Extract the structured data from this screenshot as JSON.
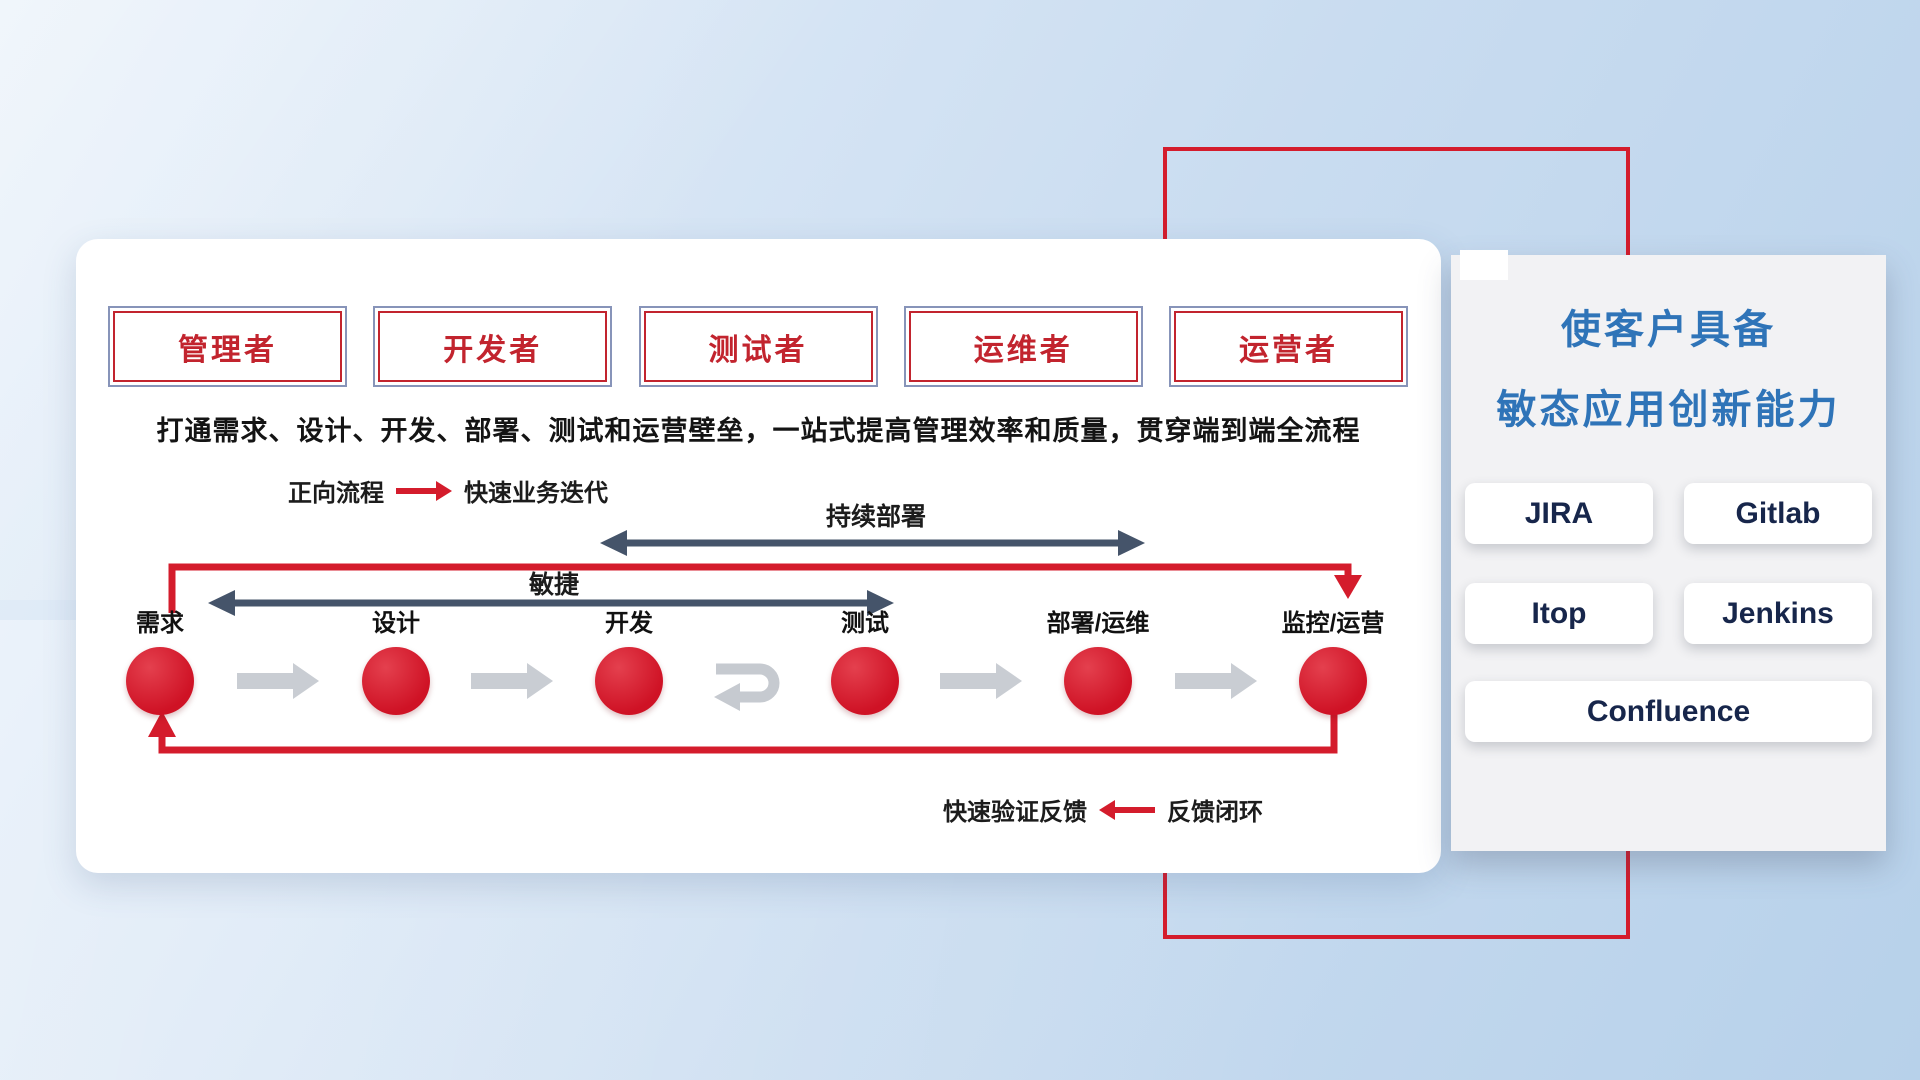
{
  "roles": [
    "管理者",
    "开发者",
    "测试者",
    "运维者",
    "运营者"
  ],
  "statement": "打通需求、设计、开发、部署、测试和运营壁垒，一站式提高管理效率和质量，贯穿端到端全流程",
  "legends": {
    "forward_label": "正向流程",
    "forward_desc": "快速业务迭代",
    "feedback_desc": "快速验证反馈",
    "feedback_label": "反馈闭环"
  },
  "span_labels": {
    "continuous_deploy": "持续部署",
    "agile": "敏捷"
  },
  "stages": [
    "需求",
    "设计",
    "开发",
    "测试",
    "部署/运维",
    "监控/运营"
  ],
  "panel": {
    "title_line1": "使客户具备",
    "title_line2": "敏态应用创新能力",
    "tools": [
      "JIRA",
      "Gitlab",
      "Itop",
      "Jenkins",
      "Confluence"
    ]
  },
  "colors": {
    "red": "#d41c2c",
    "dark_arrow": "#45546a",
    "title_blue": "#2f74b8",
    "node_red": "#cf1225"
  }
}
